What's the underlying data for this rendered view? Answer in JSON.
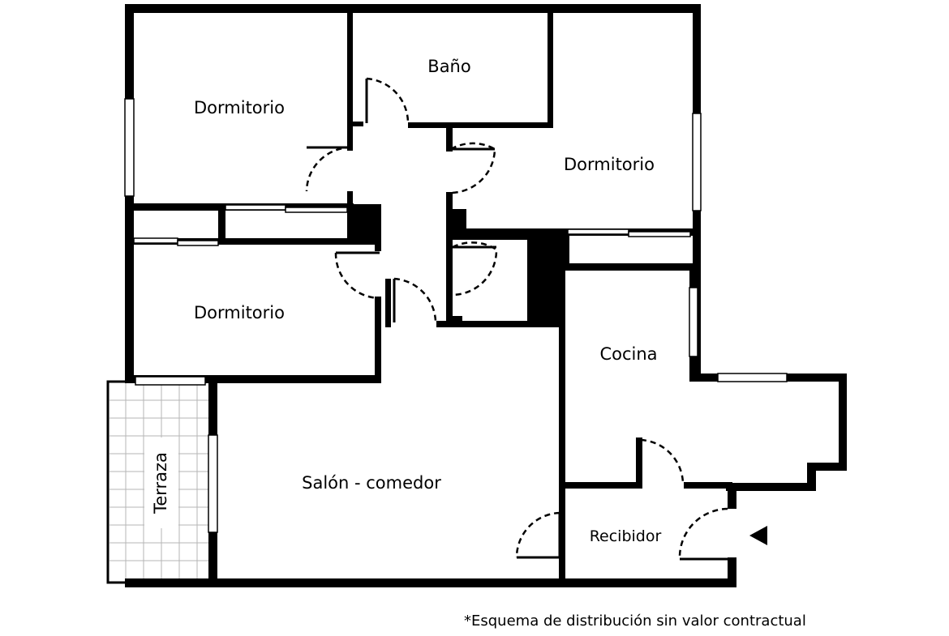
{
  "colors": {
    "wall": "#000000",
    "background": "#ffffff",
    "window": "#ffffff",
    "terrace_grid": "#b5b5b5"
  },
  "rooms": {
    "bano": "Baño",
    "dormitorio_1": "Dormitorio",
    "dormitorio_2": "Dormitorio",
    "dormitorio_3": "Dormitorio",
    "cocina": "Cocina",
    "salon": "Salón - comedor",
    "recibidor": "Recibidor",
    "terraza": "Terraza"
  },
  "entrance": {
    "icon": "entrance-arrow-icon"
  },
  "note": "*Esquema de distribución sin valor contractual"
}
